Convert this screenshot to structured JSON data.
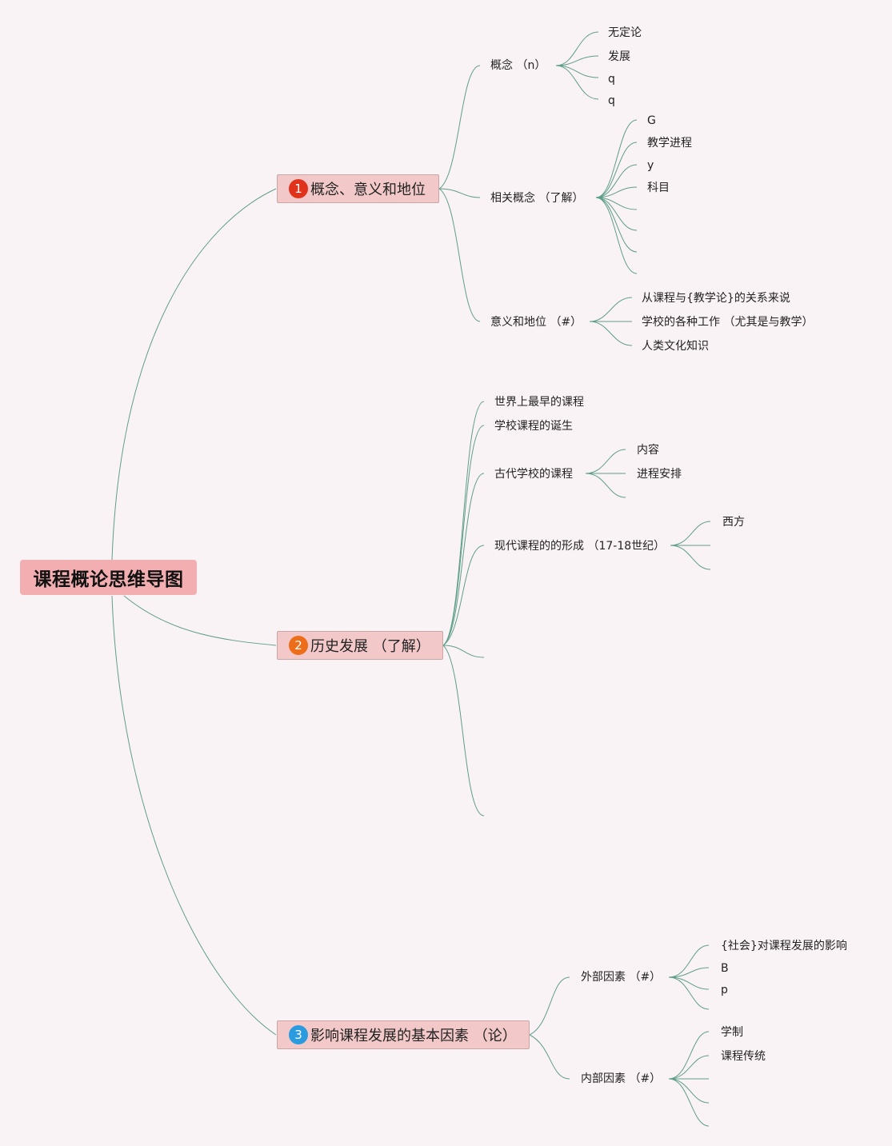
{
  "root": {
    "label": "课程概论思维导图"
  },
  "branches": [
    {
      "number": "1",
      "label": "概念、意义和地位",
      "badge_color": "#e0331c",
      "children": [
        {
          "label": "概念 （n）",
          "children": [
            "无定论",
            "发展",
            "q",
            "q"
          ]
        },
        {
          "label": "相关概念 （了解）",
          "children": [
            "G",
            "教学进程",
            "y",
            "科目"
          ]
        },
        {
          "label": "意义和地位 （#）",
          "children": [
            "从课程与{教学论}的关系来说",
            "学校的各种工作 （尤其是与教学）",
            "人类文化知识"
          ]
        }
      ]
    },
    {
      "number": "2",
      "label": "历史发展 （了解）",
      "badge_color": "#ec6d1a",
      "children": [
        {
          "label": "世界上最早的课程"
        },
        {
          "label": "学校课程的诞生"
        },
        {
          "label": "古代学校的课程",
          "children": [
            "内容",
            "进程安排"
          ]
        },
        {
          "label": "现代课程的的形成 （17-18世纪）",
          "children": [
            "西方"
          ]
        }
      ]
    },
    {
      "number": "3",
      "label": "影响课程发展的基本因素 （论）",
      "badge_color": "#2b9be0",
      "children": [
        {
          "label": "外部因素 （#）",
          "children": [
            "{社会}对课程发展的影响",
            "B",
            "p"
          ]
        },
        {
          "label": "内部因素 （#）",
          "children": [
            "学制",
            "课程传统"
          ]
        }
      ]
    }
  ],
  "colors": {
    "background": "#faf3f5",
    "link": "#5e9e89",
    "root_fill": "#f2aeb0",
    "branch_fill": "#f2c9c8"
  }
}
